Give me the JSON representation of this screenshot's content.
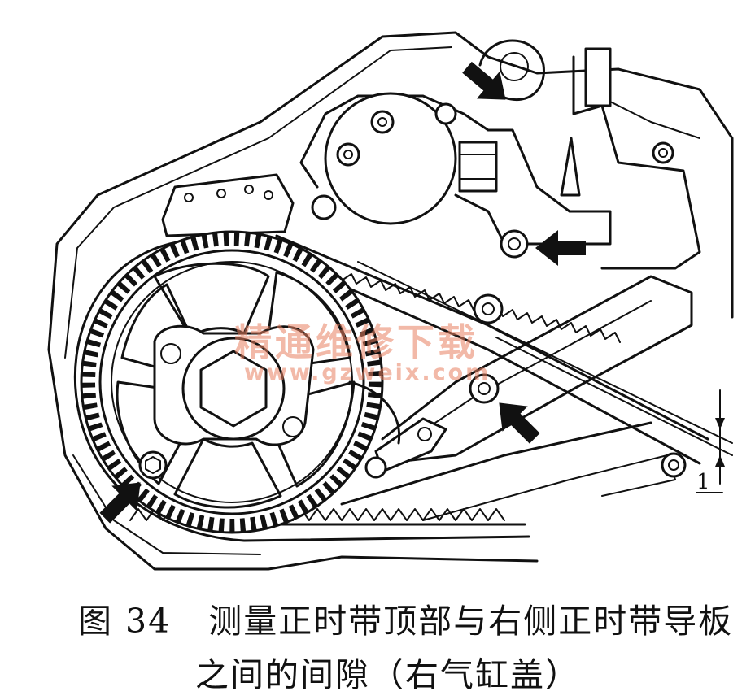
{
  "figure": {
    "label": "图 34",
    "caption_line1": "测量正时带顶部与右侧正时带导板",
    "caption_line2": "之间的间隙（右气缸盖）"
  },
  "dimension_label": "1",
  "watermark": {
    "text": "精通维修下载",
    "url": "www.gzweix.com"
  },
  "colors": {
    "line": "#111111",
    "background": "#ffffff",
    "watermark": "#e88060"
  },
  "icons": [
    "arrow-icon"
  ]
}
